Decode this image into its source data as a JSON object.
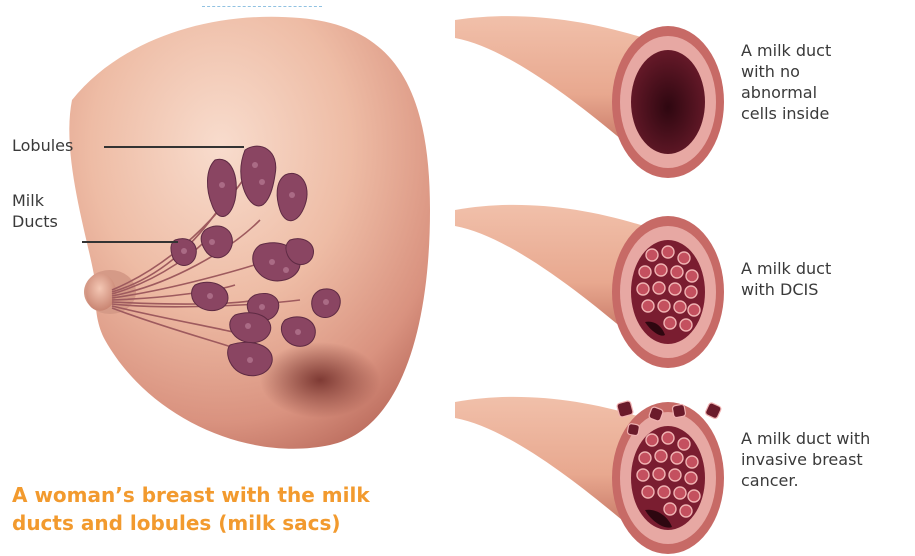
{
  "labels": {
    "lobules": "Lobules",
    "milk_ducts": "Milk\nDucts"
  },
  "ducts": [
    {
      "id": "normal",
      "caption": "A milk duct\nwith no\nabnormal\ncells inside"
    },
    {
      "id": "dcis",
      "caption": "A milk duct\nwith DCIS"
    },
    {
      "id": "invasive",
      "caption": "A milk duct with\ninvasive breast\ncancer."
    }
  ],
  "caption": "A woman’s breast with the milk ducts and lobules (milk sacs)",
  "colors": {
    "caption": "#f29a2e",
    "label_text": "#3a3a3a",
    "skin": "#e9b49d",
    "skin_shadow": "#a2554a",
    "duct_wall": "#c9786c",
    "cell": "#c4505f",
    "lobule": "#8a4562"
  }
}
